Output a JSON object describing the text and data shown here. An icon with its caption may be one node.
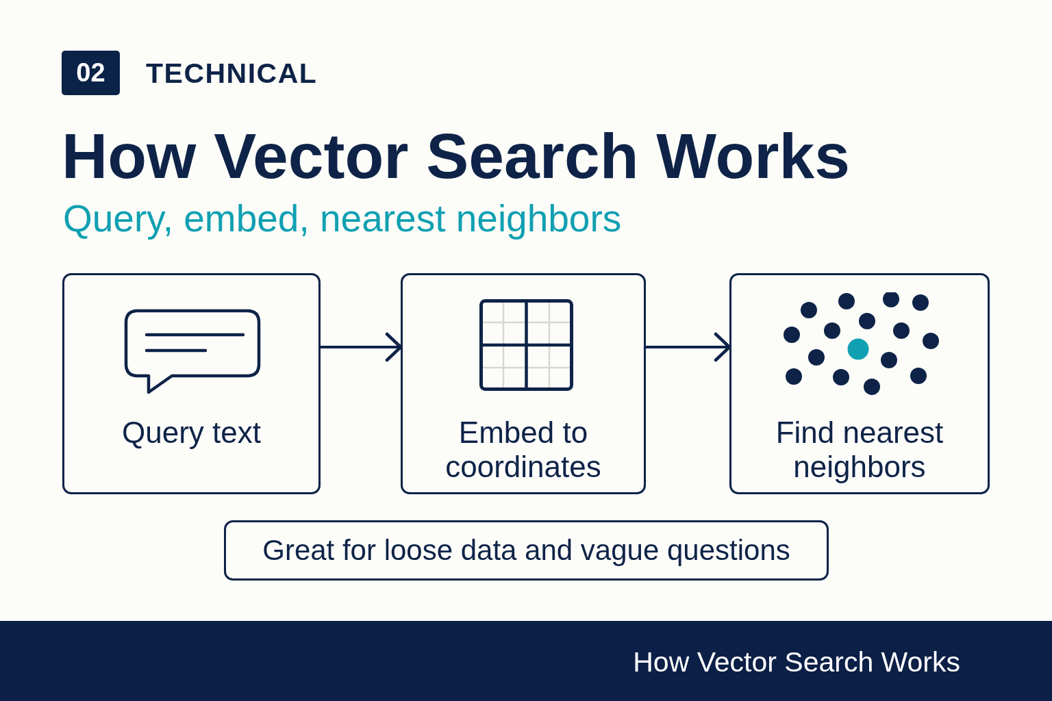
{
  "diagram": {
    "title": "How Vector Search Works",
    "nodes": [
      {
        "text": [
          "Query text"
        ]
      },
      {
        "text": [
          "Embed to coordinates"
        ]
      },
      {
        "text": [
          "Find nearest neighbors"
        ]
      },
      {
        "text": [
          "Great for loose data and vague questions"
        ]
      }
    ],
    "edges": [
      {
        "from": 0,
        "to": 1,
        "arrow": "to"
      },
      {
        "from": 1,
        "to": 2,
        "arrow": "to"
      }
    ],
    "labels": [
      "02",
      "TECHNICAL",
      "Query, embed, nearest neighbors",
      "How Vector Search Works"
    ]
  }
}
